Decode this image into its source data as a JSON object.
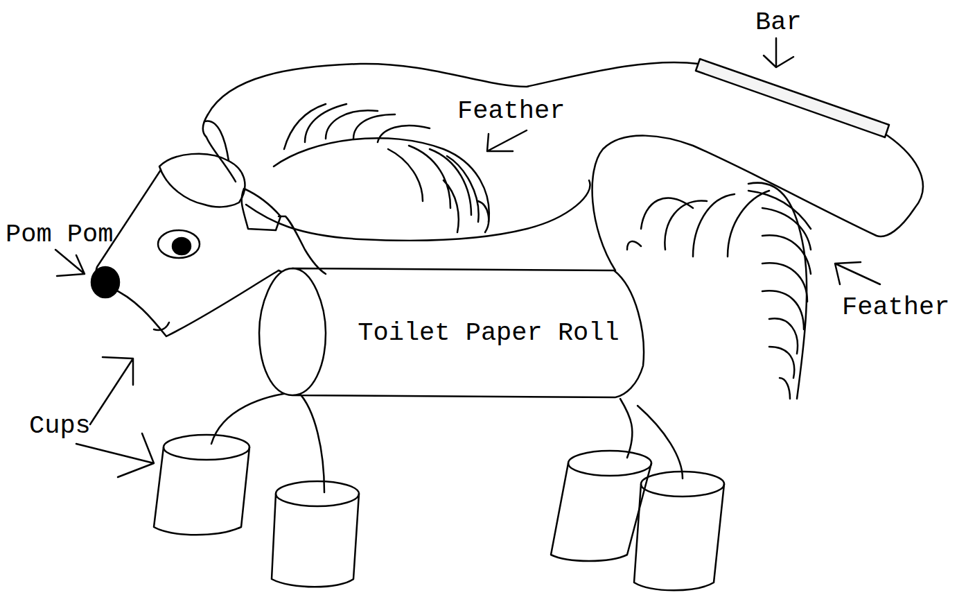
{
  "diagram": {
    "nodes": [
      {
        "text": [
          "Toilet Paper Roll"
        ]
      }
    ],
    "labels": [
      "Bar",
      "Feather",
      "Pom Pom",
      "Feather",
      "Cups"
    ]
  }
}
